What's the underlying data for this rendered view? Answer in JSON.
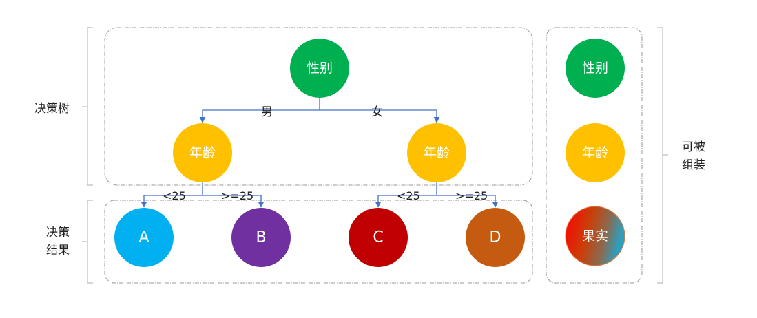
{
  "labels": {
    "tree": "决策树",
    "result_1": "决策",
    "result_2": "结果",
    "assemble_1": "可被",
    "assemble_2": "组装"
  },
  "tree": {
    "root": {
      "text": "性别",
      "color": "#00b050"
    },
    "edges": {
      "male": "男",
      "female": "女",
      "lt25_left": "<25",
      "ge25_left": ">=25",
      "lt25_right": "<25",
      "ge25_right": ">=25"
    },
    "age_left": {
      "text": "年龄",
      "color": "#ffc000"
    },
    "age_right": {
      "text": "年龄",
      "color": "#ffc000"
    }
  },
  "results": [
    {
      "text": "A",
      "color": "#00b0f0"
    },
    {
      "text": "B",
      "color": "#7030a0"
    },
    {
      "text": "C",
      "color": "#c00000"
    },
    {
      "text": "D",
      "color": "#c55a11"
    }
  ],
  "components": [
    {
      "text": "性别",
      "color": "#00b050"
    },
    {
      "text": "年龄",
      "color": "#ffc000"
    },
    {
      "text": "果实"
    }
  ],
  "edge_color": "#4472c4"
}
